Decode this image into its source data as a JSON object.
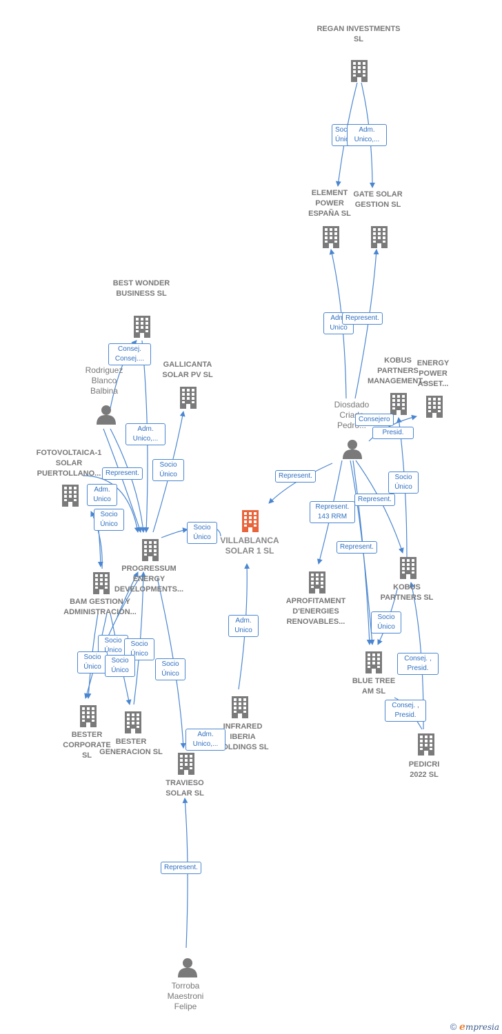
{
  "colors": {
    "edge": "#4a86d0",
    "node": "#7a7a7a",
    "center_node": "#e8643a"
  },
  "nodes": {
    "regan": "REGAN INVESTMENTS SL",
    "element_power": "ELEMENT POWER ESPAÑA SL",
    "gate_solar": "GATE SOLAR GESTION SL",
    "best_wonder": "BEST WONDER BUSINESS SL",
    "gallicanta": "GALLICANTA SOLAR PV SL",
    "rodriguez": "Rodriguez Blanco Balbina",
    "kobus_management": "KOBUS PARTNERS MANAGEMENT...",
    "energy_power": "ENERGY POWER ASSET...",
    "diosdado": "Diosdado Criado Pedro...",
    "fotovoltaica": "FOTOVOLTAICA-1 SOLAR PUERTOLLANO...",
    "villablanca": "VILLABLANCA SOLAR 1 SL",
    "progressum": "PROGRESSUM ENERGY DEVELOPMENTS...",
    "bam": "BAM GESTION Y ADMINISTRACION...",
    "aprofitament": "APROFITAMENT D'ENERGIES RENOVABLES...",
    "kobus_partners": "KOBUS PARTNERS SL",
    "blue_tree": "BLUE TREE AM SL",
    "bester_corporate": "BESTER CORPORATE SL",
    "bester_generacion": "BESTER GENERACION SL",
    "infrared": "INFRARED IBERIA HOLDINGS SL",
    "travieso": "TRAVIESO SOLAR SL",
    "pedicri": "PEDICRI 2022 SL",
    "torroba": "Torroba Maestroni Felipe"
  },
  "edge_labels": {
    "regan_socio": "Socio Único",
    "regan_adm": "Adm. Unico,...",
    "diosdado_adm_element": "Adm. Unico",
    "diosdado_rep_gate": "Represent.",
    "rodriguez_consej": "Consej. Consej....",
    "rodriguez_adm": "Adm. Unico,...",
    "rodriguez_rep": "Represent.",
    "progressum_gallicanta": "Socio Único",
    "fotovoltaica_adm": "Adm. Unico",
    "bam_socio": "Socio Único",
    "progressum_villablanca": "Socio Único",
    "diosdado_consejero": "Consejero",
    "diosdado_presid": "Presid.",
    "diosdado_rep_villablanca": "Represent.",
    "diosdado_rep_aprofitament": "Represent. 143 RRM",
    "kobus_socio_management": "Socio Único",
    "diosdado_rep_kobus": "Represent.",
    "diosdado_rep_blue": "Represent.",
    "infrared_adm": "Adm. Unico",
    "kobus_socio_blue": "Socio Único",
    "pedicri_consej1": "Consej. , Presid.",
    "pedicri_consej2": "Consej. , Presid.",
    "bam_socio_corp1": "Socio Único",
    "bam_socio_corp2": "Socio Único",
    "progressum_socio_gen1": "Socio Único",
    "progressum_socio_gen2": "Socio Único",
    "progressum_travieso": "Socio Único",
    "infrared_travieso_adm": "Adm. Unico,...",
    "torroba_rep": "Represent."
  },
  "footer": {
    "copyright": "©",
    "brand_e": "e",
    "brand_rest": "mpresia"
  }
}
